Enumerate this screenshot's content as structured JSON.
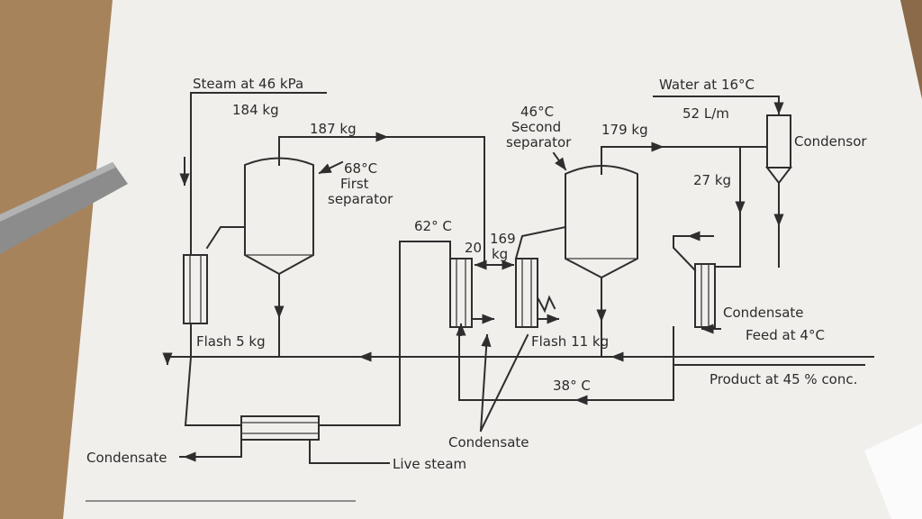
{
  "labels": {
    "steam": "Steam at 46 kPa",
    "m184": "184 kg",
    "m187": "187 kg",
    "t68": "68°C",
    "first": "First",
    "separator1": "separator",
    "t62": "62° C",
    "n20": "20",
    "n169": "169",
    "kg169": "kg",
    "t46": "46°C",
    "second": "Second",
    "separator2": "separator",
    "m179": "179 kg",
    "water": "Water at 16°C",
    "flow52": "52 L/m",
    "condensor": "Condensor",
    "m27": "27 kg",
    "flash5": "Flash 5 kg",
    "flash11": "Flash 11 kg",
    "condensate_r": "Condensate",
    "feed": "Feed at 4°C",
    "product": "Product at 45 % conc.",
    "t38": "38° C",
    "condensate_b": "Condensate",
    "live_steam": "Live steam",
    "condensate_l": "Condensate"
  },
  "colors": {
    "paper": "#f1efec",
    "ink": "#2e2e2e",
    "desk": "#8a6a48"
  }
}
